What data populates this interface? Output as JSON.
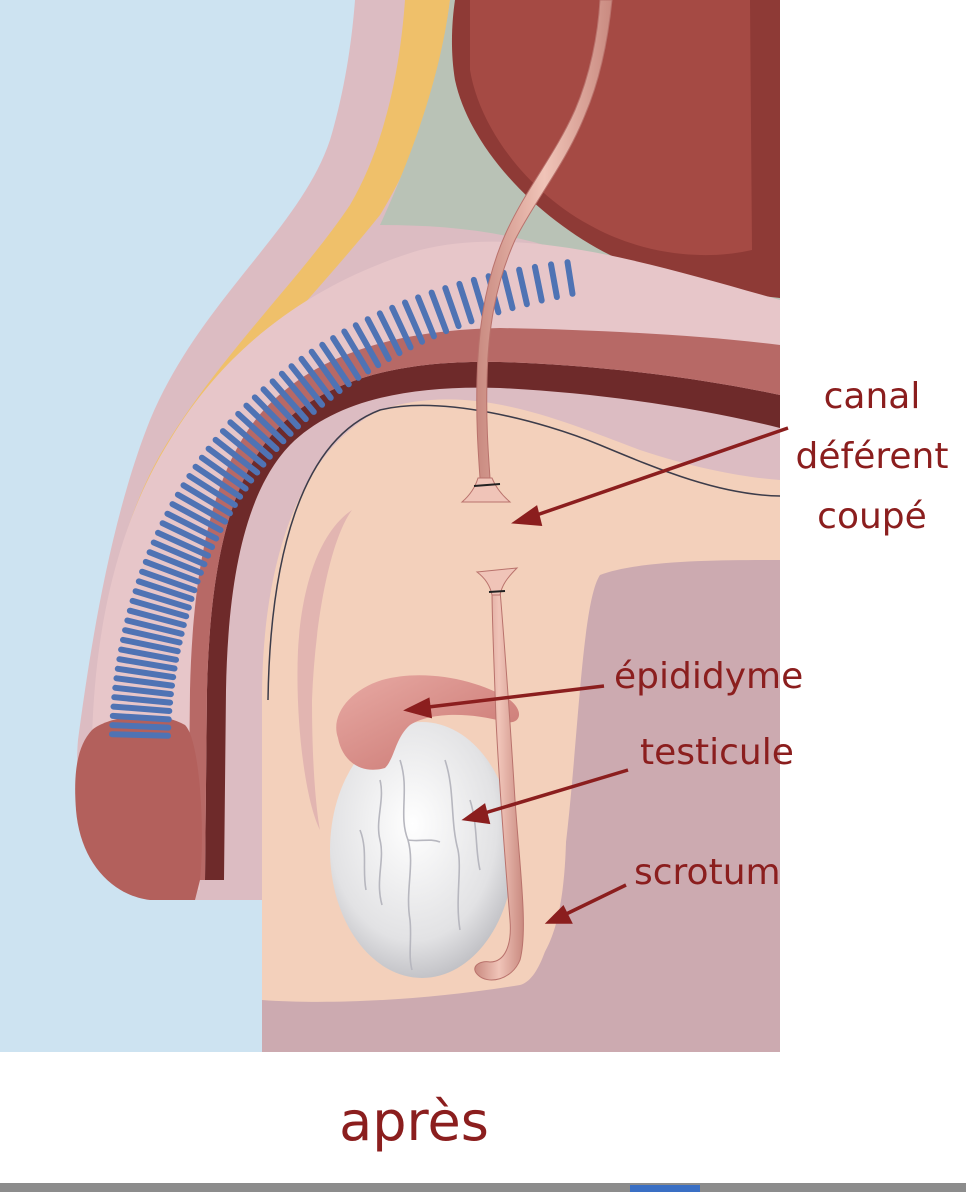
{
  "colors": {
    "background_left": "#cde3f1",
    "label": "#8b1e1e",
    "arrow": "#8b1e1e",
    "erectile_tissue": "#4f73b4",
    "fat_layer": "#efc06a",
    "bladder": "#9d3f3a",
    "skin": "#f3d0bb"
  },
  "labels": {
    "vas_deferens_cut_line1": "canal",
    "vas_deferens_cut_line2": "déférent",
    "vas_deferens_cut_line3": "coupé",
    "epididymis": "épididyme",
    "testicle": "testicule",
    "scrotum": "scrotum"
  },
  "caption": "après"
}
